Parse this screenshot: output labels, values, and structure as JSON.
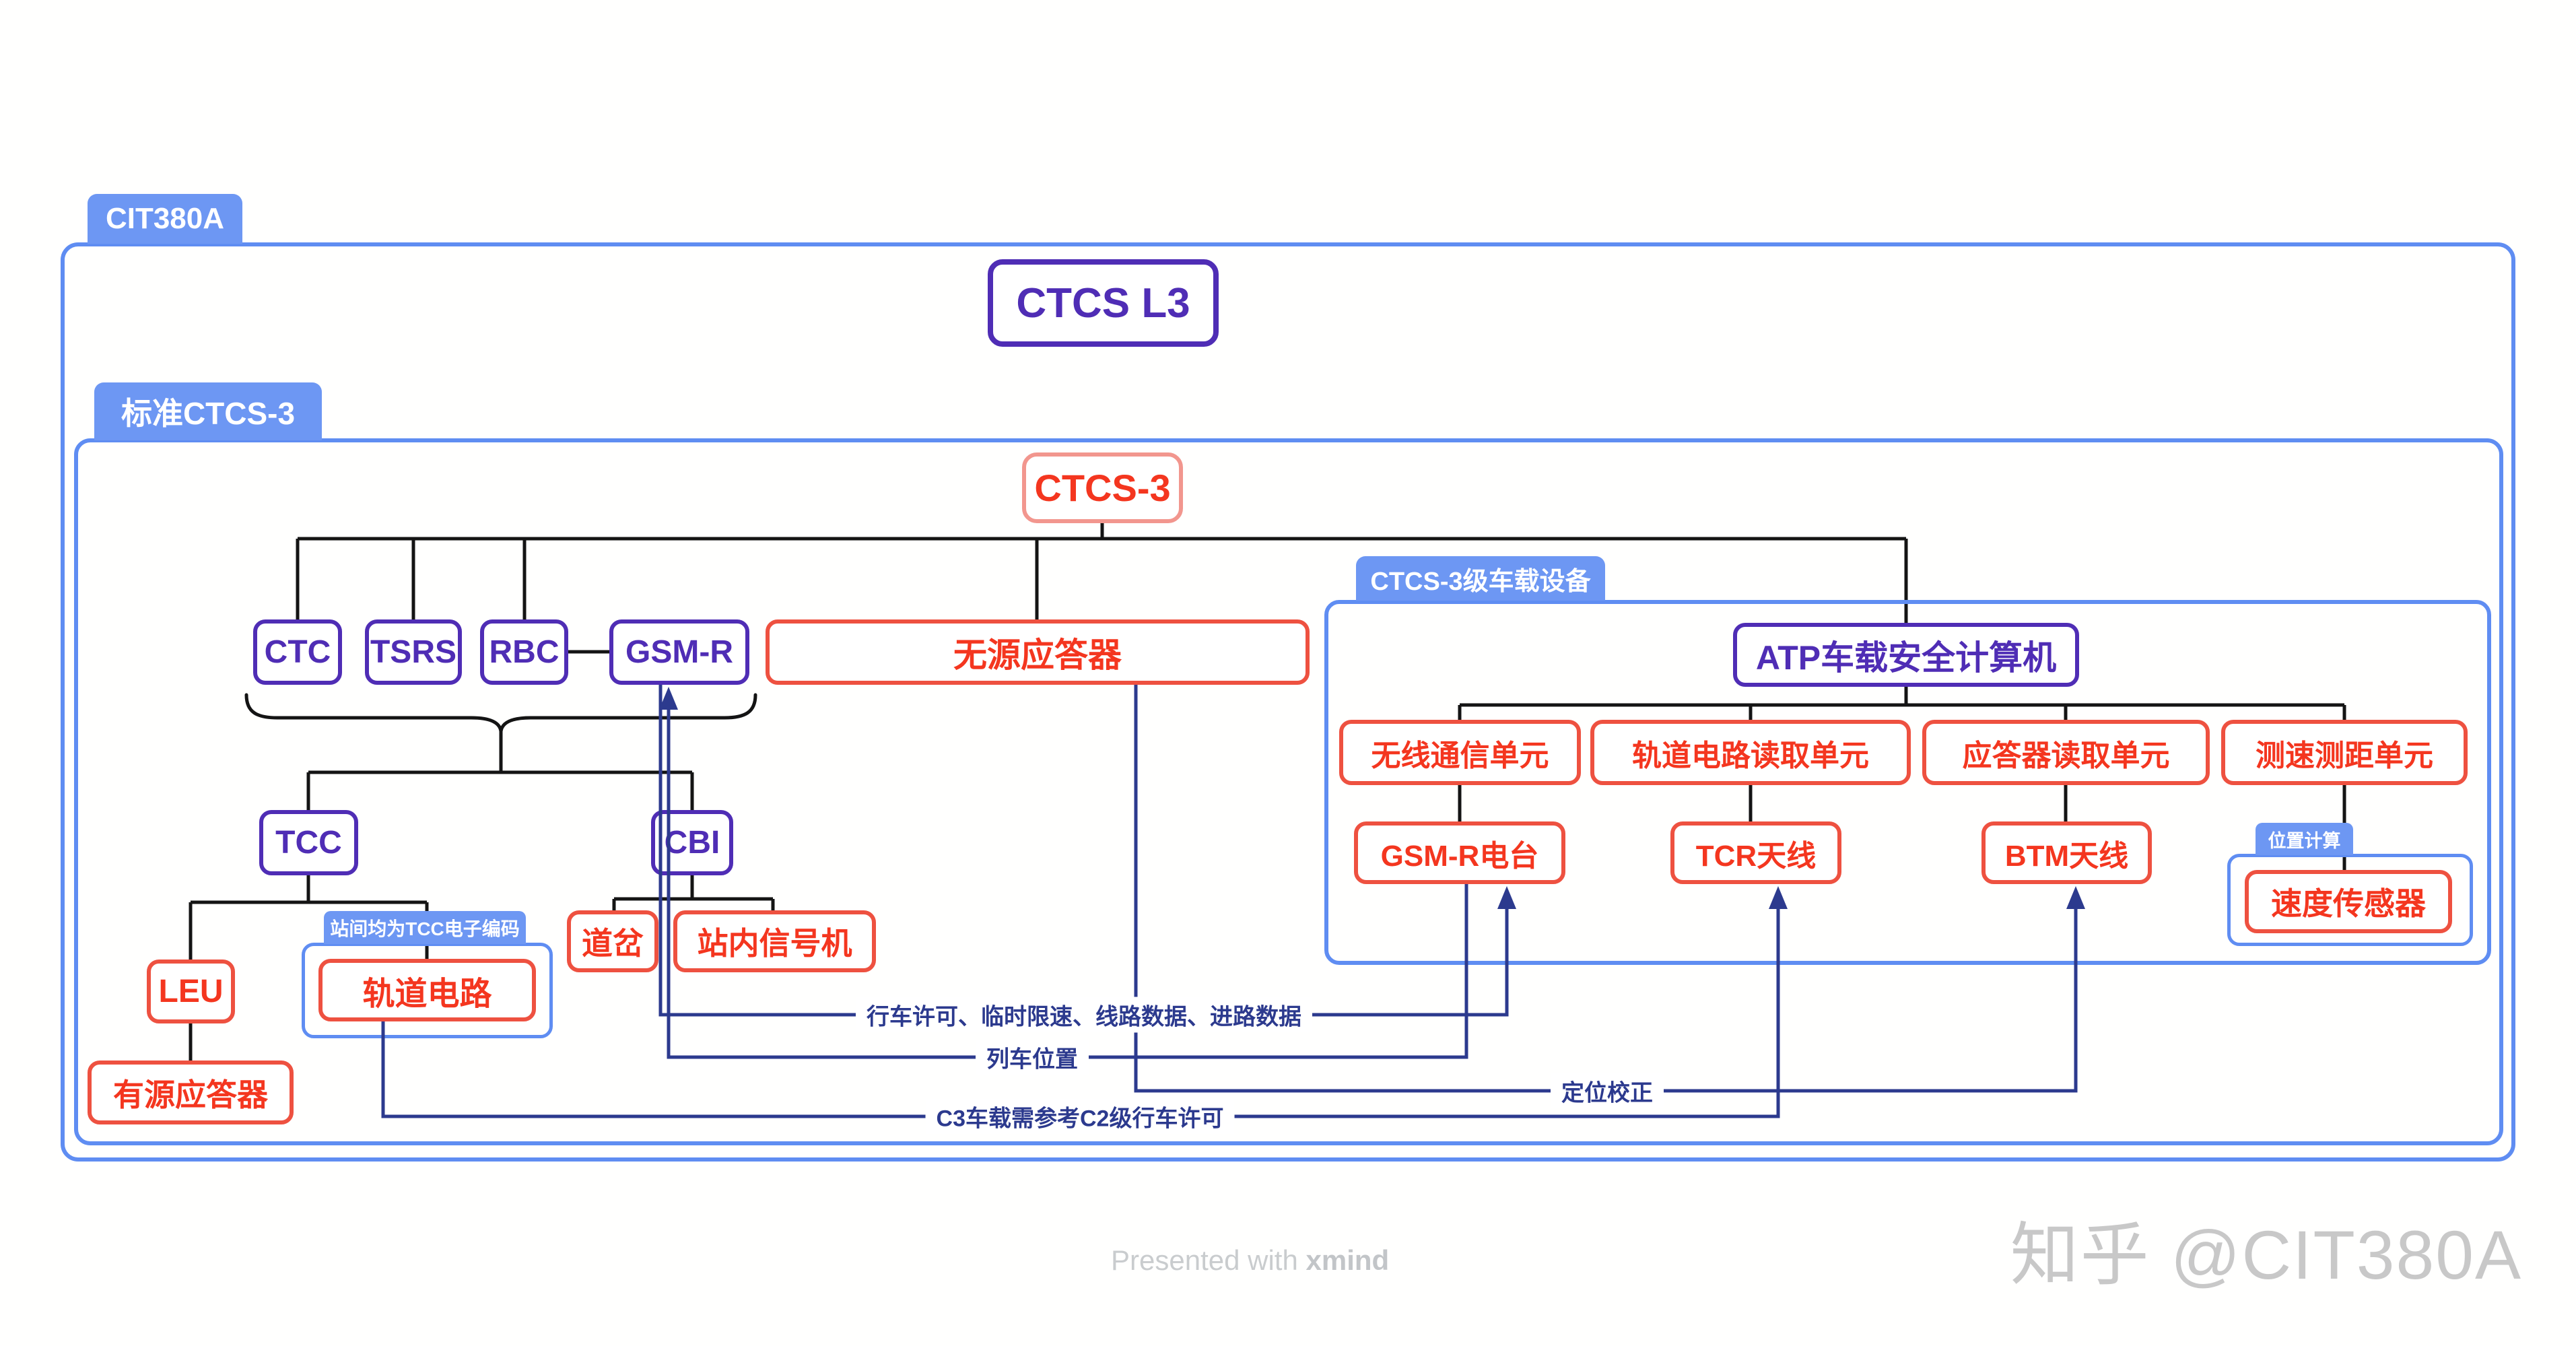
{
  "title_badge": "CIT380A",
  "root_node": "CTCS L3",
  "section_badge": "标准CTCS-3",
  "badges": {
    "onboard": "CTCS-3级车载设备",
    "position_calc": "位置计算",
    "tcc_coding": "站间均为TCC电子编码"
  },
  "nodes": {
    "ctcs3": "CTCS-3",
    "ctc": "CTC",
    "tsrs": "TSRS",
    "rbc": "RBC",
    "gsmr": "GSM-R",
    "passive_balise": "无源应答器",
    "atp": "ATP车载安全计算机",
    "radio_unit": "无线通信单元",
    "track_read_unit": "轨道电路读取单元",
    "balise_read_unit": "应答器读取单元",
    "speed_dist_unit": "测速测距单元",
    "gsmr_radio": "GSM-R电台",
    "tcr_antenna": "TCR天线",
    "btm_antenna": "BTM天线",
    "speed_sensor": "速度传感器",
    "tcc": "TCC",
    "cbi": "CBI",
    "switch": "道岔",
    "station_signal": "站内信号机",
    "track_circuit": "轨道电路",
    "leu": "LEU",
    "active_balise": "有源应答器"
  },
  "edge_labels": {
    "movement_authority": "行车许可、临时限速、线路数据、进路数据",
    "train_position": "列车位置",
    "position_correction": "定位校正",
    "c2_reference": "C3车载需参考C2级行车许可"
  },
  "footer": {
    "presented": "Presented with ",
    "brand": "xmind",
    "watermark": "知乎 @CIT380A"
  },
  "colors": {
    "badge_blue": "#6d97f3",
    "container_border": "#5f8df2",
    "purple": "#4f2db5",
    "red_text": "#f4361f",
    "red_border": "#ee5140",
    "navy_line": "#2c3a8e",
    "black_line": "#141414",
    "watermark_gray": "#c8c8c8"
  }
}
